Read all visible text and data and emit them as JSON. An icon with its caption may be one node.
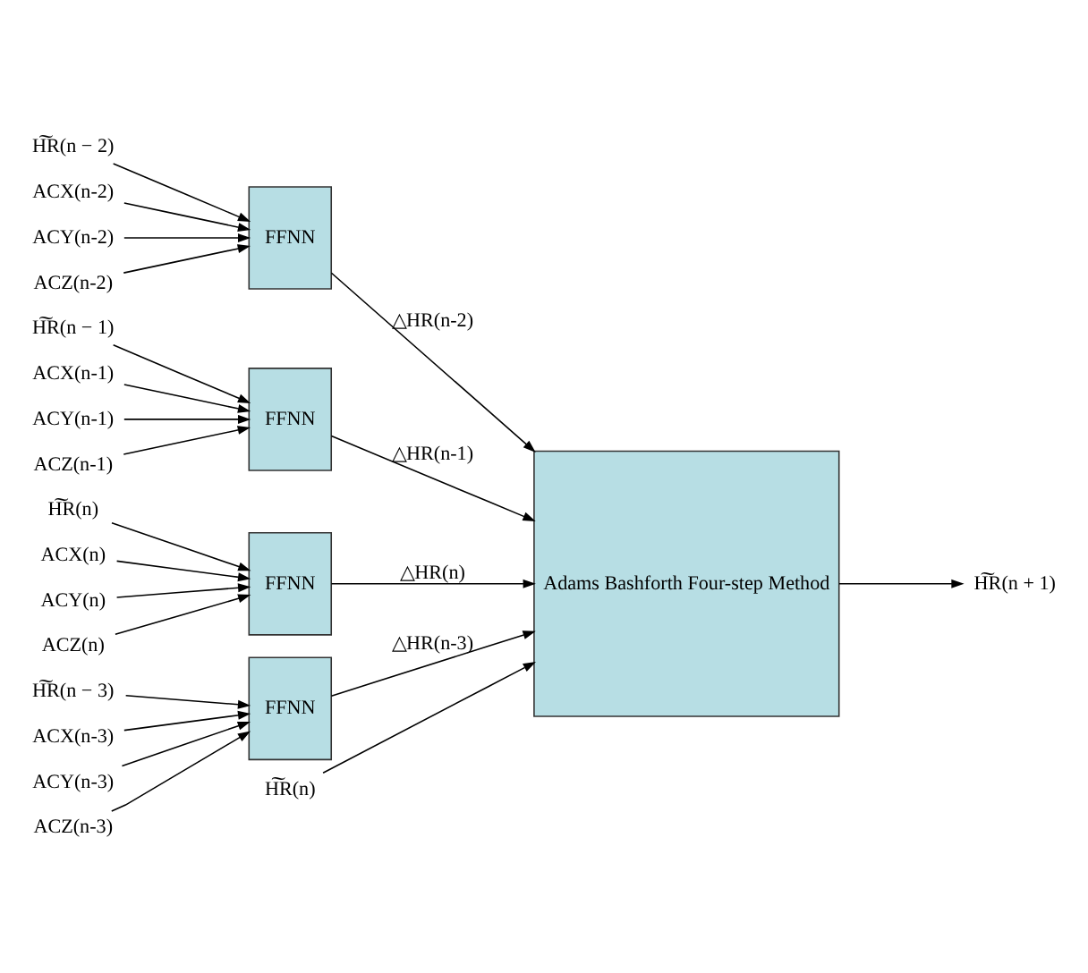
{
  "diagram": {
    "nodes": [
      {
        "text": [
          "H͠R(n − 3)"
        ]
      },
      {
        "text": [
          "ACX(n-3)"
        ]
      },
      {
        "text": [
          "ACY(n-3)"
        ]
      },
      {
        "text": [
          "ACZ(n-3)"
        ]
      },
      {
        "text": [
          "FFNN"
        ]
      },
      {
        "text": [
          "H͠R(n − 2)"
        ]
      },
      {
        "text": [
          "ACX(n-2)"
        ]
      },
      {
        "text": [
          "ACY(n-2)"
        ]
      },
      {
        "text": [
          "ACZ(n-2)"
        ]
      },
      {
        "text": [
          "FFNN"
        ]
      },
      {
        "text": [
          "H͠R(n − 1)"
        ]
      },
      {
        "text": [
          "ACX(n-1)"
        ]
      },
      {
        "text": [
          "ACY(n-1)"
        ]
      },
      {
        "text": [
          "ACZ(n-1)"
        ]
      },
      {
        "text": [
          "FFNN"
        ]
      },
      {
        "text": [
          "H͠R(n)"
        ]
      },
      {
        "text": [
          "ACX(n)"
        ]
      },
      {
        "text": [
          "ACY(n)"
        ]
      },
      {
        "text": [
          "ACZ(n)"
        ]
      },
      {
        "text": [
          "FFNN"
        ]
      },
      {
        "text": [
          "H͠R(n)"
        ]
      },
      {
        "text": [
          "Adams Bashforth Four-step Method"
        ]
      },
      {
        "text": [
          "H͠R(n + 1)"
        ]
      }
    ],
    "edges": [
      {
        "from": 0,
        "to": 4,
        "arrow": "to"
      },
      {
        "from": 1,
        "to": 4,
        "arrow": "to"
      },
      {
        "from": 2,
        "to": 4,
        "arrow": "to"
      },
      {
        "from": 3,
        "to": 4,
        "arrow": "to"
      },
      {
        "from": 5,
        "to": 9,
        "arrow": "to"
      },
      {
        "from": 6,
        "to": 9,
        "arrow": "to"
      },
      {
        "from": 7,
        "to": 9,
        "arrow": "to"
      },
      {
        "from": 8,
        "to": 9,
        "arrow": "to"
      },
      {
        "from": 10,
        "to": 14,
        "arrow": "to"
      },
      {
        "from": 11,
        "to": 14,
        "arrow": "to"
      },
      {
        "from": 12,
        "to": 14,
        "arrow": "to"
      },
      {
        "from": 13,
        "to": 14,
        "arrow": "to"
      },
      {
        "from": 15,
        "to": 19,
        "arrow": "to"
      },
      {
        "from": 16,
        "to": 19,
        "arrow": "to"
      },
      {
        "from": 17,
        "to": 19,
        "arrow": "to"
      },
      {
        "from": 18,
        "to": 19,
        "arrow": "to"
      },
      {
        "from": 4,
        "to": 21,
        "arrow": "to",
        "label": "△HR(n-3)"
      },
      {
        "from": 9,
        "to": 21,
        "arrow": "to",
        "label": "△HR(n-2)"
      },
      {
        "from": 20,
        "to": 21,
        "arrow": "to"
      },
      {
        "from": 14,
        "to": 21,
        "arrow": "to",
        "label": "△HR(n-1)"
      },
      {
        "from": 19,
        "to": 21,
        "arrow": "to",
        "label": "△HR(n)"
      },
      {
        "from": 21,
        "to": 22,
        "arrow": "to"
      }
    ]
  }
}
